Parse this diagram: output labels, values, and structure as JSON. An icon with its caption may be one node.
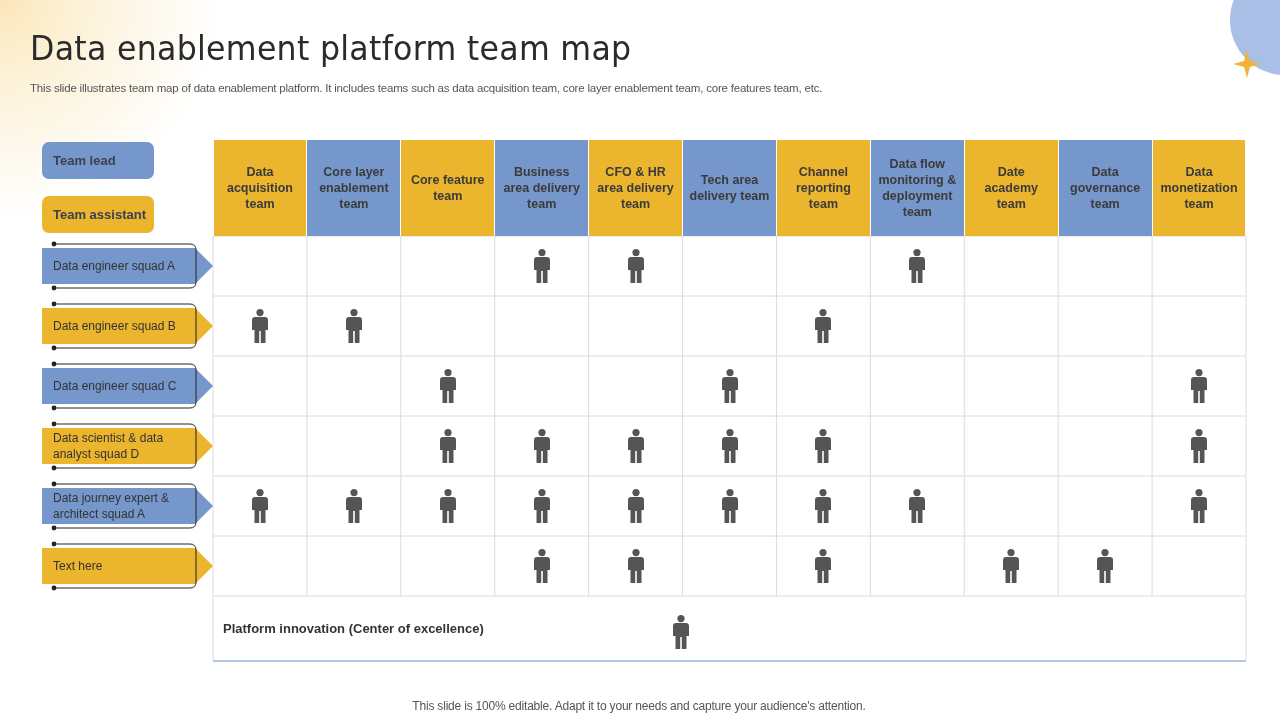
{
  "diagram": {
    "title": "Data enablement platform team map",
    "nodes": [
      {
        "text": [
          "Data acquisition team"
        ]
      },
      {
        "text": [
          "Core layer enablement team"
        ]
      },
      {
        "text": [
          "Core feature team"
        ]
      },
      {
        "text": [
          "Business area delivery team"
        ]
      },
      {
        "text": [
          "CFO & HR area delivery team"
        ]
      },
      {
        "text": [
          "Tech area delivery team"
        ]
      },
      {
        "text": [
          "Channel reporting team"
        ]
      },
      {
        "text": [
          "Data flow monitoring & deployment team"
        ]
      },
      {
        "text": [
          "Date academy team"
        ]
      },
      {
        "text": [
          "Data governance team"
        ]
      },
      {
        "text": [
          "Data monetization team"
        ]
      },
      {
        "text": [
          "Data engineer squad A"
        ]
      },
      {
        "text": [
          "Data engineer squad B"
        ]
      },
      {
        "text": [
          "Data engineer squad C"
        ]
      },
      {
        "text": [
          "Data scientist & data analyst squad D"
        ]
      },
      {
        "text": [
          "Data journey expert & architect squad A"
        ]
      },
      {
        "text": [
          "Text here"
        ]
      },
      {
        "text": [
          "Platform innovation (Center of excellence)"
        ]
      },
      {
        "text": [],
        "shape": "person"
      },
      {
        "text": [],
        "shape": "person"
      },
      {
        "text": [],
        "shape": "person"
      },
      {
        "text": [],
        "shape": "person"
      },
      {
        "text": [],
        "shape": "person"
      },
      {
        "text": [],
        "shape": "person"
      },
      {
        "text": [],
        "shape": "person"
      },
      {
        "text": [],
        "shape": "person"
      },
      {
        "text": [],
        "shape": "person"
      },
      {
        "text": [],
        "shape": "person"
      },
      {
        "text": [],
        "shape": "person"
      },
      {
        "text": [],
        "shape": "person"
      },
      {
        "text": [],
        "shape": "person"
      },
      {
        "text": [],
        "shape": "person"
      },
      {
        "text": [],
        "shape": "person"
      },
      {
        "text": [],
        "shape": "person"
      },
      {
        "text": [],
        "shape": "person"
      },
      {
        "text": [],
        "shape": "person"
      },
      {
        "text": [],
        "shape": "person"
      },
      {
        "text": [],
        "shape": "person"
      },
      {
        "text": [],
        "shape": "person"
      },
      {
        "text": [],
        "shape": "person"
      },
      {
        "text": [],
        "shape": "person"
      },
      {
        "text": [],
        "shape": "person"
      },
      {
        "text": [],
        "shape": "person"
      },
      {
        "text": [],
        "shape": "person"
      },
      {
        "text": [],
        "shape": "person"
      },
      {
        "text": [],
        "shape": "person"
      },
      {
        "text": [],
        "shape": "person"
      },
      {
        "text": [],
        "shape": "person",
        "in": 17
      }
    ],
    "labels": [
      "This slide illustrates team map of data enablement platform. It includes teams such as data acquisition team, core layer enablement team, core features team, etc.",
      "This slide is 100% editable. Adapt it to your needs and capture your audience's attention."
    ],
    "legend": [
      {
        "text": "Team lead",
        "color": "#7697cc"
      },
      {
        "text": "Team assistant",
        "color": "#ebb52d"
      }
    ]
  }
}
